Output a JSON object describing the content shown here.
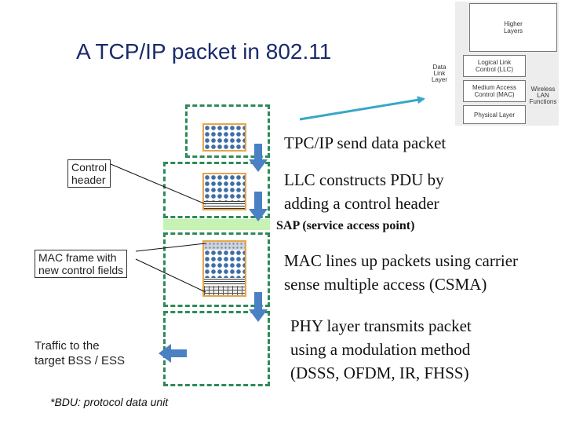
{
  "title": "A TCP/IP packet in 802.11",
  "steps": {
    "send": "TPC/IP send data packet",
    "llc_line1": "LLC constructs PDU by",
    "llc_line2": "adding a control header",
    "sap": "SAP (service access point)",
    "mac_line1": "MAC lines up packets using carrier",
    "mac_line2": "sense multiple access (CSMA)",
    "phy_line1": "PHY layer transmits packet",
    "phy_line2": "using a modulation method",
    "phy_line3": "(DSSS, OFDM, IR, FHSS)"
  },
  "callouts": {
    "control_header_line1": "Control",
    "control_header_line2": "header",
    "mac_frame_line1": "MAC frame with",
    "mac_frame_line2": "new control fields",
    "traffic_line1": "Traffic to the",
    "traffic_line2": "target BSS / ESS"
  },
  "footnote": "*BDU: protocol data unit",
  "osi_stack": {
    "higher_layers_line1": "Higher",
    "higher_layers_line2": "Layers",
    "llc_line1": "Logical Link",
    "llc_line2": "Control (LLC)",
    "mac_line1": "Medium Access",
    "mac_line2": "Control (MAC)",
    "phy": "Physical Layer",
    "data_link_line1": "Data",
    "data_link_line2": "Link",
    "data_link_line3": "Layer",
    "wireless_line1": "Wireless",
    "wireless_line2": "LAN",
    "wireless_line3": "Functions"
  },
  "colors": {
    "title": "#1a2a6c",
    "dashed_frame": "#2e8b57",
    "sap_band": "#c6f2b4",
    "arrow_blue": "#4a80c4",
    "connector_teal": "#3aa6c8",
    "packet_border": "#e6a64a"
  }
}
